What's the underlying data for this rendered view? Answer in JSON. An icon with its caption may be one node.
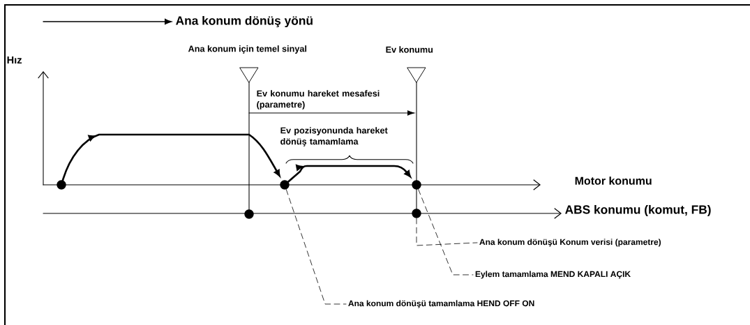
{
  "diagram": {
    "nodes": [
      {
        "text": [],
        "shape": "circle"
      },
      {
        "text": [],
        "shape": "circle"
      },
      {
        "text": [],
        "shape": "circle"
      },
      {
        "text": [],
        "shape": "circle"
      },
      {
        "text": [],
        "shape": "circle"
      },
      {
        "text": [
          "Ana konum dönüşü Konum verisi (parametre)"
        ]
      },
      {
        "text": [
          "Eylem tamamlama MEND KAPALI AÇIK"
        ]
      },
      {
        "text": [
          "Ana konum dönüşü tamamlama HEND OFF ON"
        ]
      }
    ],
    "edges": [
      {
        "from": 0,
        "to": 2,
        "arrow": "to",
        "style": "thick"
      },
      {
        "from": 2,
        "to": 3,
        "arrow": "to",
        "style": "thick"
      },
      {
        "from": 4,
        "to": 5,
        "arrow": "none",
        "style": "dashed"
      },
      {
        "from": 3,
        "to": 6,
        "arrow": "none",
        "style": "dashed"
      },
      {
        "from": 2,
        "to": 7,
        "arrow": "none",
        "style": "dashed"
      }
    ],
    "labels": [
      "Ana konum dönüş yönü",
      "Ana konum için temel sinyal",
      "Ev konumu",
      "Hız",
      "Ev konumu hareket mesafesi (parametre)",
      "Ev pozisyonunda hareket dönüş tamamlama",
      "Motor konumu",
      "ABS konumu (komut, FB)"
    ]
  }
}
